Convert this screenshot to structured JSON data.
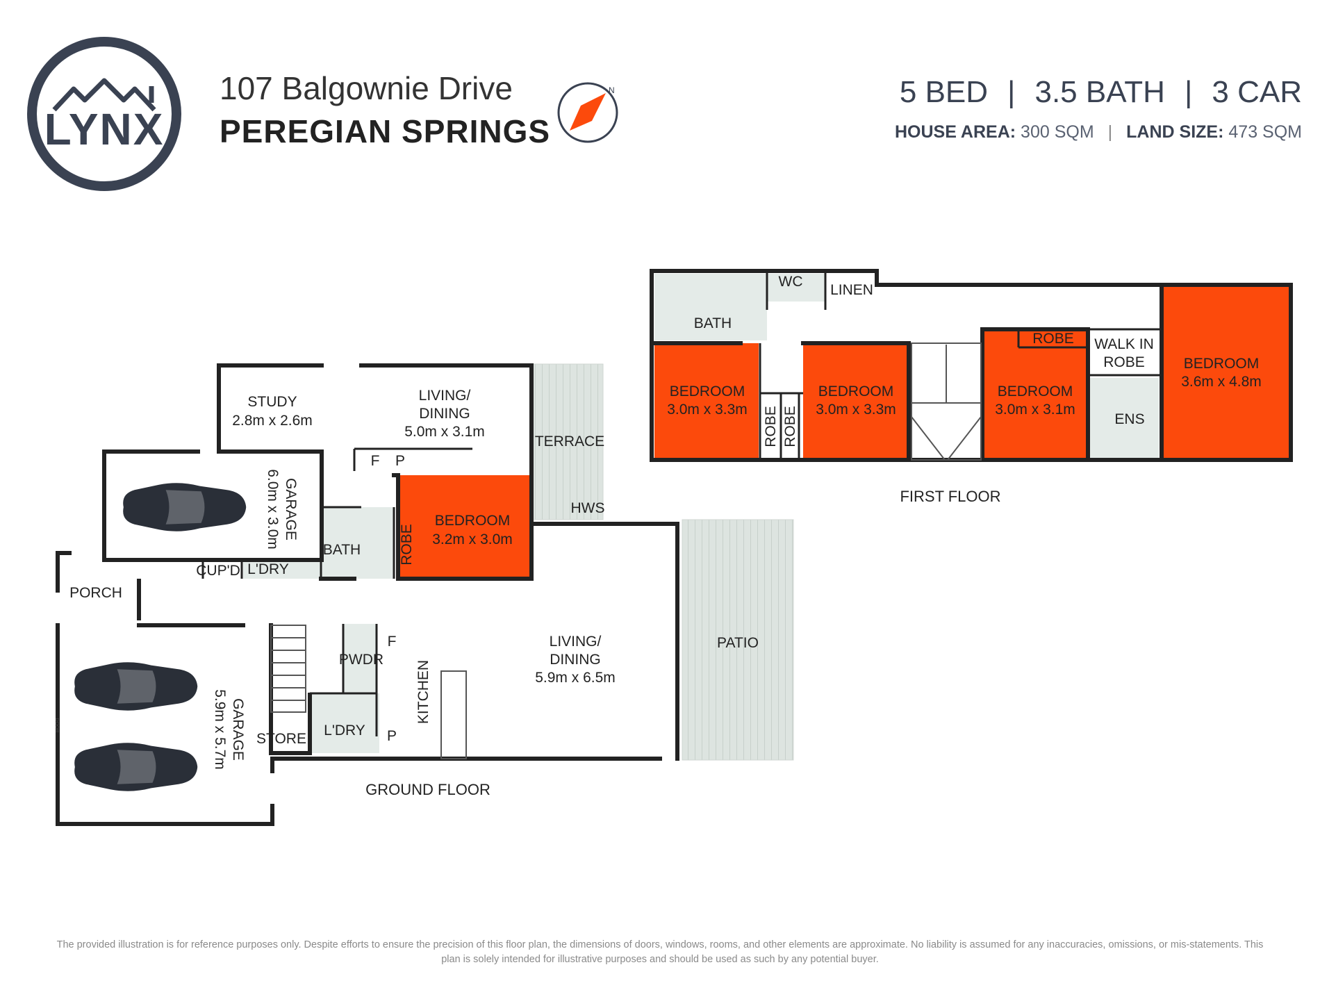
{
  "header": {
    "logo_text": "LYNX",
    "address_line1": "107 Balgownie Drive",
    "address_line2": "PEREGIAN SPRINGS",
    "bed": "5 BED",
    "bath": "3.5 BATH",
    "car": "3 CAR",
    "house_area_label": "HOUSE AREA:",
    "house_area_value": "300 SQM",
    "land_size_label": "LAND SIZE:",
    "land_size_value": "473 SQM",
    "separator": "|"
  },
  "colors": {
    "bedroom": "#fc4a0c",
    "wall": "#222222",
    "wet_area": "#e4ebe8",
    "outdoor": "#dde4e0",
    "brand": "#3a4252",
    "compass_accent": "#fc4a0c"
  },
  "ground_floor": {
    "label": "GROUND FLOOR",
    "rooms": {
      "study": {
        "name": "STUDY",
        "dims": "2.8m x 2.6m"
      },
      "living_upper": {
        "name_l1": "LIVING/",
        "name_l2": "DINING",
        "dims": "5.0m x 3.1m"
      },
      "terrace": {
        "name": "TERRACE"
      },
      "hws": {
        "name": "HWS"
      },
      "garage_single": {
        "name": "GARAGE",
        "dims": "6.0m x 3.0m"
      },
      "bath": {
        "name": "BATH"
      },
      "robe": {
        "name": "ROBE"
      },
      "bedroom": {
        "name": "BEDROOM",
        "dims": "3.2m x 3.0m"
      },
      "cupd": {
        "name": "CUP'D"
      },
      "laundry_upper": {
        "name": "L'DRY"
      },
      "porch": {
        "name": "PORCH"
      },
      "garage_double": {
        "name": "GARAGE",
        "dims": "5.9m x 5.7m"
      },
      "store": {
        "name": "STORE"
      },
      "pwdr": {
        "name": "PWDR"
      },
      "laundry_lower": {
        "name": "L'DRY"
      },
      "kitchen": {
        "name": "KITCHEN"
      },
      "living_main": {
        "name_l1": "LIVING/",
        "name_l2": "DINING",
        "dims": "5.9m x 6.5m"
      },
      "patio": {
        "name": "PATIO"
      },
      "fridge_upper": "F",
      "pantry_upper": "P",
      "fridge_lower": "F",
      "pantry_lower": "P"
    },
    "door_tag": "DOOR"
  },
  "first_floor": {
    "label": "FIRST FLOOR",
    "rooms": {
      "bath": {
        "name": "BATH"
      },
      "wc": {
        "name": "WC"
      },
      "linen": {
        "name": "LINEN"
      },
      "bedroom2": {
        "name": "BEDROOM",
        "dims": "3.0m x 3.3m"
      },
      "robe_a": {
        "name": "ROBE"
      },
      "robe_b": {
        "name": "ROBE"
      },
      "bedroom3": {
        "name": "BEDROOM",
        "dims": "3.0m x 3.3m"
      },
      "robe_top": {
        "name": "ROBE"
      },
      "bedroom4": {
        "name": "BEDROOM",
        "dims": "3.0m x 3.1m"
      },
      "walk_in_robe": {
        "name_l1": "WALK IN",
        "name_l2": "ROBE"
      },
      "ensuite": {
        "name": "ENS"
      },
      "bedroom_master": {
        "name": "BEDROOM",
        "dims": "3.6m x 4.8m"
      }
    }
  },
  "disclaimer": {
    "line1": "The provided illustration is for reference purposes only. Despite efforts to ensure the precision of this floor plan, the dimensions of doors, windows, rooms, and other elements are approximate. No liability is assumed for any inaccuracies, omissions, or mis-statements. This",
    "line2": "plan is solely intended for illustrative purposes and should be used as such by any potential buyer."
  }
}
